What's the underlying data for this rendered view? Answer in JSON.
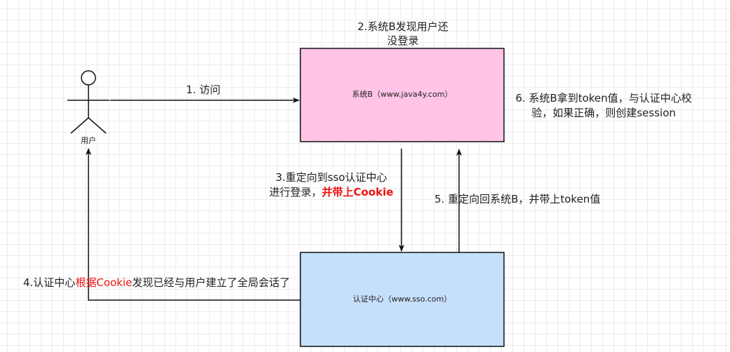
{
  "colors": {
    "system_b_fill": "#ffc4e6",
    "auth_center_fill": "#c6dffb",
    "stroke": "#111111",
    "highlight": "#ee1111"
  },
  "actor": {
    "icon": "stick-figure-icon",
    "label": "用户"
  },
  "boxes": {
    "system_b": "系统B（www.java4y.com）",
    "auth_center": "认证中心（www.sso.com）"
  },
  "steps": {
    "step1": "1.  访问",
    "step2_line1": "2.系统B发现用户还",
    "step2_line2": "没登录",
    "step3_line1": "3.重定向到sso认证中心",
    "step3_line2_plain": "进行登录，",
    "step3_line2_highlight": "并带上Cookie",
    "step4_prefix": "4.认证中心",
    "step4_highlight": "根据Cookie",
    "step4_suffix": "发现已经与用户建立了全局会话了",
    "step5": "5. 重定向回系统B，并带上token值",
    "step6_line1": "6. 系统B拿到token值，与认证中心校",
    "step6_line2": "验，如果正确，则创建session"
  }
}
